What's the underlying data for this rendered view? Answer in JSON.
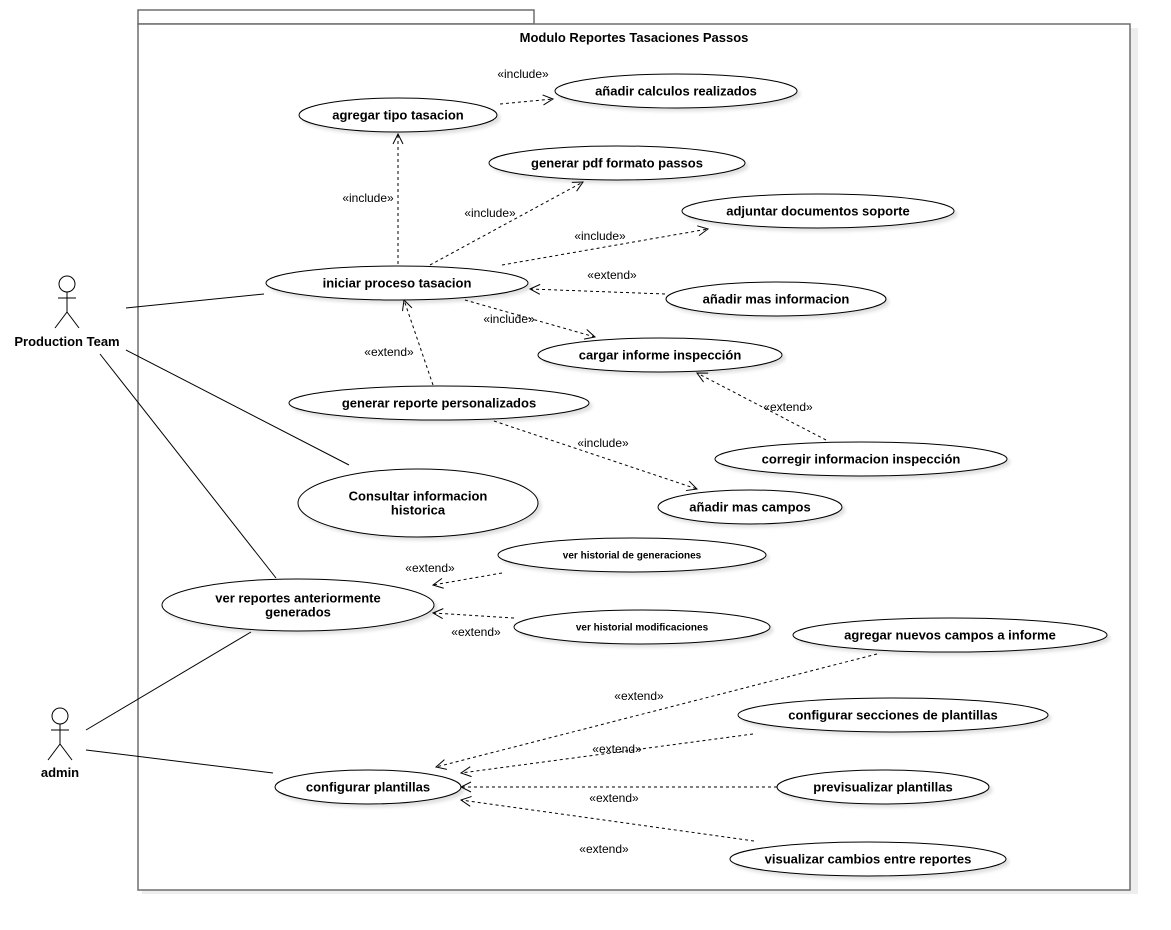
{
  "diagram": {
    "type": "uml-use-case",
    "system_boundary": {
      "title": "Modulo Reportes Tasaciones Passos"
    },
    "actors": [
      {
        "id": "production-team",
        "label": "Production Team"
      },
      {
        "id": "admin",
        "label": "admin"
      }
    ],
    "use_cases": [
      {
        "id": "agregar-tipo-tasacion",
        "lines": [
          "agregar tipo tasacion"
        ]
      },
      {
        "id": "anadir-calculos-realizados",
        "lines": [
          "añadir calculos realizados"
        ]
      },
      {
        "id": "generar-pdf-formato-passos",
        "lines": [
          "generar pdf formato passos"
        ]
      },
      {
        "id": "adjuntar-documentos-soporte",
        "lines": [
          "adjuntar documentos soporte"
        ]
      },
      {
        "id": "iniciar-proceso-tasacion",
        "lines": [
          "iniciar proceso tasacion"
        ]
      },
      {
        "id": "anadir-mas-informacion",
        "lines": [
          "añadir mas informacion"
        ]
      },
      {
        "id": "cargar-informe-inspeccion",
        "lines": [
          "cargar informe inspección"
        ]
      },
      {
        "id": "generar-reporte-personalizados",
        "lines": [
          "generar reporte personalizados"
        ]
      },
      {
        "id": "corregir-informacion-inspeccion",
        "lines": [
          "corregir informacion inspección"
        ]
      },
      {
        "id": "anadir-mas-campos",
        "lines": [
          "añadir mas campos"
        ]
      },
      {
        "id": "consultar-informacion-historica",
        "lines": [
          "Consultar informacion",
          "historica"
        ]
      },
      {
        "id": "ver-historial-de-generaciones",
        "lines": [
          "ver historial de generaciones"
        ]
      },
      {
        "id": "ver-reportes-anteriormente-generados",
        "lines": [
          "ver reportes anteriormente",
          "generados"
        ]
      },
      {
        "id": "ver-historial-modificaciones",
        "lines": [
          "ver historial modificaciones"
        ]
      },
      {
        "id": "agregar-nuevos-campos-a-informe",
        "lines": [
          "agregar nuevos campos a informe"
        ]
      },
      {
        "id": "configurar-secciones-de-plantillas",
        "lines": [
          "configurar secciones de plantillas"
        ]
      },
      {
        "id": "configurar-plantillas",
        "lines": [
          "configurar plantillas"
        ]
      },
      {
        "id": "previsualizar-plantillas",
        "lines": [
          "previsualizar plantillas"
        ]
      },
      {
        "id": "visualizar-cambios-entre-reportes",
        "lines": [
          "visualizar cambios entre reportes"
        ]
      }
    ],
    "associations": [
      {
        "actor": "production-team",
        "use_case": "iniciar-proceso-tasacion"
      },
      {
        "actor": "production-team",
        "use_case": "consultar-informacion-historica"
      },
      {
        "actor": "production-team",
        "use_case": "ver-reportes-anteriormente-generados"
      },
      {
        "actor": "admin",
        "use_case": "ver-reportes-anteriormente-generados"
      },
      {
        "actor": "admin",
        "use_case": "configurar-plantillas"
      }
    ],
    "dependencies": [
      {
        "from": "agregar-tipo-tasacion",
        "to": "anadir-calculos-realizados",
        "stereotype": "«include»"
      },
      {
        "from": "iniciar-proceso-tasacion",
        "to": "agregar-tipo-tasacion",
        "stereotype": "«include»"
      },
      {
        "from": "iniciar-proceso-tasacion",
        "to": "generar-pdf-formato-passos",
        "stereotype": "«include»"
      },
      {
        "from": "iniciar-proceso-tasacion",
        "to": "adjuntar-documentos-soporte",
        "stereotype": "«include»"
      },
      {
        "from": "anadir-mas-informacion",
        "to": "iniciar-proceso-tasacion",
        "stereotype": "«extend»"
      },
      {
        "from": "iniciar-proceso-tasacion",
        "to": "cargar-informe-inspeccion",
        "stereotype": "«include»"
      },
      {
        "from": "generar-reporte-personalizados",
        "to": "iniciar-proceso-tasacion",
        "stereotype": "«extend»"
      },
      {
        "from": "corregir-informacion-inspeccion",
        "to": "cargar-informe-inspeccion",
        "stereotype": "«extend»"
      },
      {
        "from": "generar-reporte-personalizados",
        "to": "anadir-mas-campos",
        "stereotype": "«include»"
      },
      {
        "from": "ver-historial-de-generaciones",
        "to": "ver-reportes-anteriormente-generados",
        "stereotype": "«extend»"
      },
      {
        "from": "ver-historial-modificaciones",
        "to": "ver-reportes-anteriormente-generados",
        "stereotype": "«extend»"
      },
      {
        "from": "agregar-nuevos-campos-a-informe",
        "to": "configurar-plantillas",
        "stereotype": "«extend»"
      },
      {
        "from": "configurar-secciones-de-plantillas",
        "to": "configurar-plantillas",
        "stereotype": "«extend»"
      },
      {
        "from": "previsualizar-plantillas",
        "to": "configurar-plantillas",
        "stereotype": "«extend»"
      },
      {
        "from": "visualizar-cambios-entre-reportes",
        "to": "configurar-plantillas",
        "stereotype": "«extend»"
      }
    ]
  }
}
